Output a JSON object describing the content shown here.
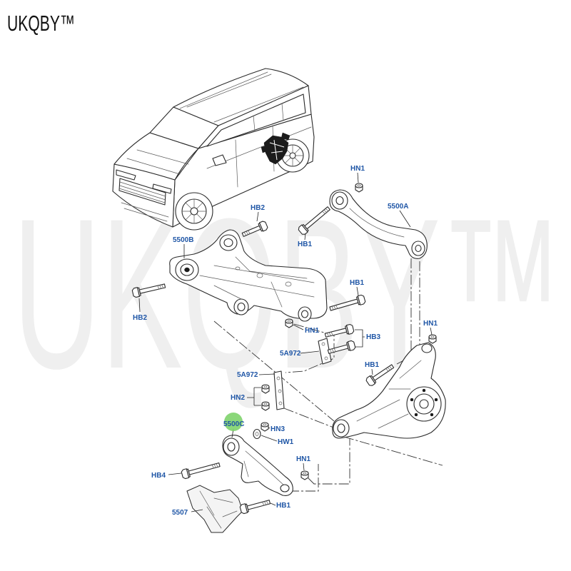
{
  "brand": {
    "logo_text": "UKQBY™",
    "watermark_text": "UKQBY™"
  },
  "colors": {
    "callout_text": "#1f56a6",
    "linework": "#2a2a2a",
    "highlight_marker": "#7ed36b",
    "watermark": "#efefef",
    "background": "#ffffff"
  },
  "callouts": [
    {
      "text": "HN1"
    },
    {
      "text": "5500A"
    },
    {
      "text": "HB2"
    },
    {
      "text": "HB1"
    },
    {
      "text": "5500B"
    },
    {
      "text": "HB2"
    },
    {
      "text": "HB1"
    },
    {
      "text": "HN1"
    },
    {
      "text": "HB3"
    },
    {
      "text": "5A972"
    },
    {
      "text": "HB1"
    },
    {
      "text": "HN1"
    },
    {
      "text": "5A972"
    },
    {
      "text": "HN2"
    },
    {
      "text": "5500C"
    },
    {
      "text": "HN3"
    },
    {
      "text": "HW1"
    },
    {
      "text": "HN1"
    },
    {
      "text": "HB4"
    },
    {
      "text": "HB1"
    },
    {
      "text": "5507"
    }
  ]
}
